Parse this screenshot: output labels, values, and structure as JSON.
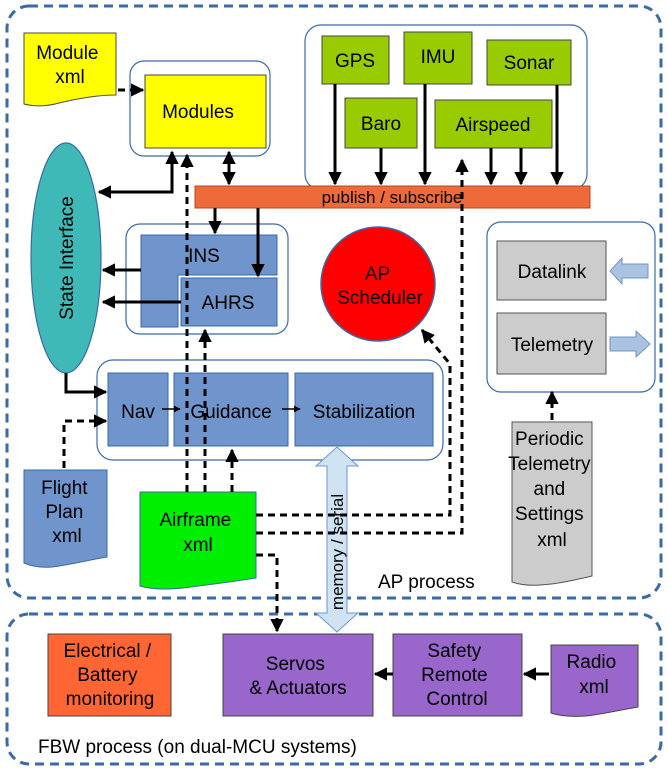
{
  "regions": {
    "ap_process": "AP process",
    "fbw_process": "FBW process (on dual-MCU systems)"
  },
  "files": {
    "module_xml": [
      "Module",
      "xml"
    ],
    "flight_plan_xml": [
      "Flight",
      "Plan",
      "xml"
    ],
    "airframe_xml": [
      "Airframe",
      "xml"
    ],
    "periodic_xml": [
      "Periodic",
      "Telemetry",
      "and",
      "Settings",
      "xml"
    ],
    "radio_xml": [
      "Radio",
      "xml"
    ]
  },
  "blocks": {
    "modules": "Modules",
    "state_interface": "State Interface",
    "publish_subscribe": "publish / subscribe",
    "gps": "GPS",
    "imu": "IMU",
    "sonar": "Sonar",
    "baro": "Baro",
    "airspeed": "Airspeed",
    "ins": "INS",
    "ahrs": "AHRS",
    "ap_scheduler": [
      "AP",
      "Scheduler"
    ],
    "datalink": "Datalink",
    "telemetry": "Telemetry",
    "nav": "Nav",
    "guidance": "Guidance",
    "stabilization": "Stabilization",
    "memory_serial": "memory / serial",
    "electrical": [
      "Electrical /",
      "Battery",
      "monitoring"
    ],
    "servos": [
      "Servos",
      "& Actuators"
    ],
    "safety": [
      "Safety",
      "Remote",
      "Control"
    ]
  },
  "colors": {
    "group_border": "#3a6aa8",
    "module_yellow": "#ffff00",
    "sensor_green": "#99cc00",
    "bus_orange": "#ee6a3a",
    "state_teal": "#3fb8b8",
    "block_blue": "#6f95cc",
    "scheduler_red": "#ff0000",
    "gray_block": "#cccccc",
    "airframe_green": "#00ee00",
    "purple": "#9966cc",
    "electrical_orange": "#ff6633",
    "memory_arrow": "#cfe3f3"
  }
}
